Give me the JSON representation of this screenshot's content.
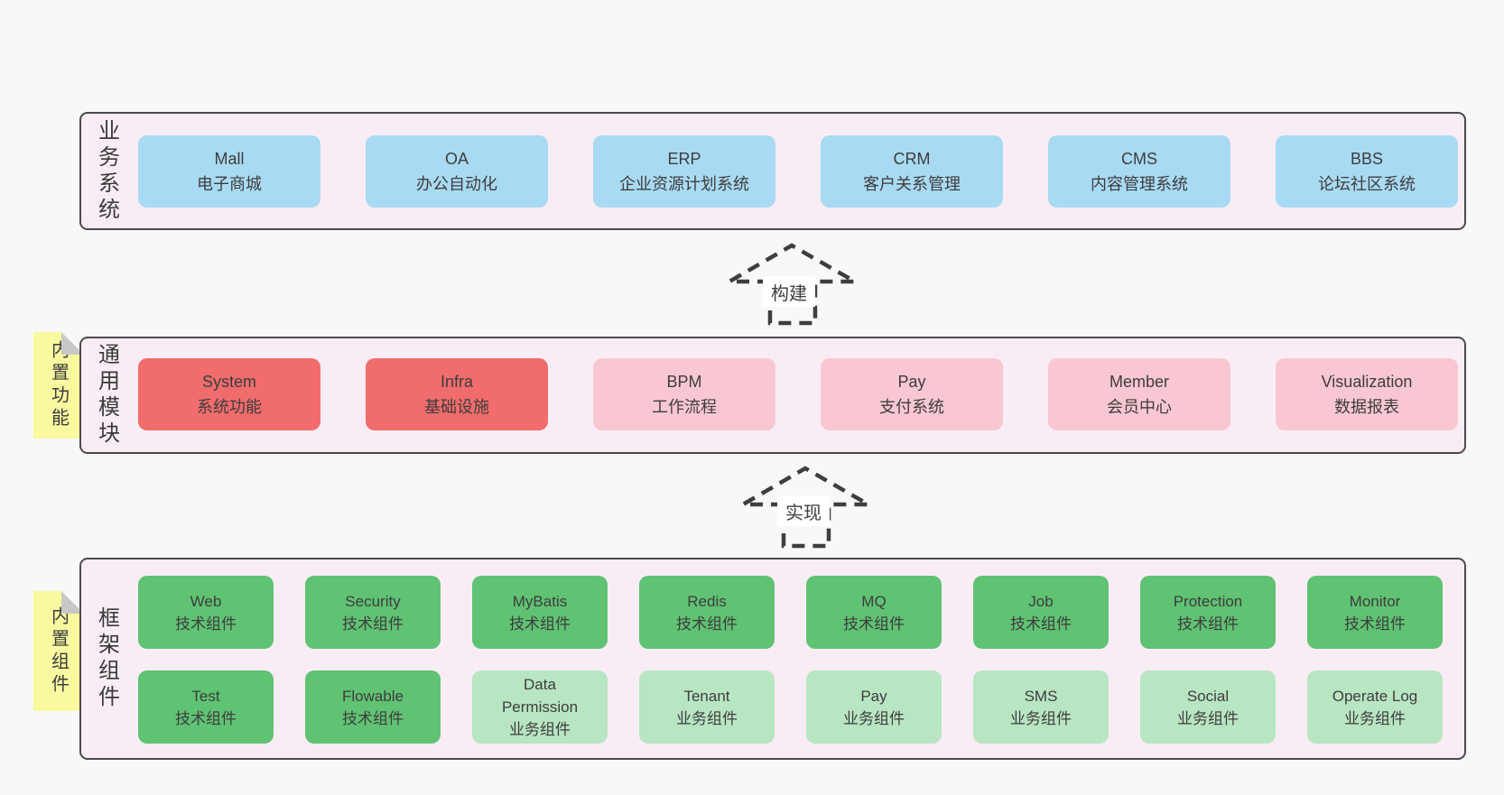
{
  "colors": {
    "page_background": "#f8f8f8",
    "layer_background": "#f9edf5",
    "layer_border": "#4b4b4b",
    "box_blue": "#a9daf3",
    "box_red": "#f16c6c",
    "box_pink": "#f9c7d1",
    "box_green": "#60c273",
    "box_green_light": "#b8e5c2",
    "note_yellow": "#f9f9a0",
    "note_fold_gray": "#c8c8c8",
    "arrow_dash": "#3e3e3e",
    "text": "#3d3d3d"
  },
  "arrows": {
    "build_label": "构建",
    "implement_label": "实现"
  },
  "layers": {
    "business": {
      "label": "业务系统",
      "items": [
        {
          "name": "Mall",
          "desc": "电子商城"
        },
        {
          "name": "OA",
          "desc": "办公自动化"
        },
        {
          "name": "ERP",
          "desc": "企业资源计划系统"
        },
        {
          "name": "CRM",
          "desc": "客户关系管理"
        },
        {
          "name": "CMS",
          "desc": "内容管理系统"
        },
        {
          "name": "BBS",
          "desc": "论坛社区系统"
        }
      ]
    },
    "modules": {
      "label": "通用模块",
      "note": "内置功能",
      "items": [
        {
          "name": "System",
          "desc": "系统功能"
        },
        {
          "name": "Infra",
          "desc": "基础设施"
        },
        {
          "name": "BPM",
          "desc": "工作流程"
        },
        {
          "name": "Pay",
          "desc": "支付系统"
        },
        {
          "name": "Member",
          "desc": "会员中心"
        },
        {
          "name": "Visualization",
          "desc": "数据报表"
        }
      ]
    },
    "components": {
      "label": "框架组件",
      "note": "内置组件",
      "row1": [
        {
          "name": "Web",
          "desc": "技术组件"
        },
        {
          "name": "Security",
          "desc": "技术组件"
        },
        {
          "name": "MyBatis",
          "desc": "技术组件"
        },
        {
          "name": "Redis",
          "desc": "技术组件"
        },
        {
          "name": "MQ",
          "desc": "技术组件"
        },
        {
          "name": "Job",
          "desc": "技术组件"
        },
        {
          "name": "Protection",
          "desc": "技术组件"
        },
        {
          "name": "Monitor",
          "desc": "技术组件"
        }
      ],
      "row2": [
        {
          "name": "Test",
          "desc": "技术组件"
        },
        {
          "name": "Flowable",
          "desc": "技术组件"
        },
        {
          "name": "Data Permission",
          "desc": "业务组件"
        },
        {
          "name": "Tenant",
          "desc": "业务组件"
        },
        {
          "name": "Pay",
          "desc": "业务组件"
        },
        {
          "name": "SMS",
          "desc": "业务组件"
        },
        {
          "name": "Social",
          "desc": "业务组件"
        },
        {
          "name": "Operate Log",
          "desc": "业务组件"
        }
      ]
    }
  }
}
